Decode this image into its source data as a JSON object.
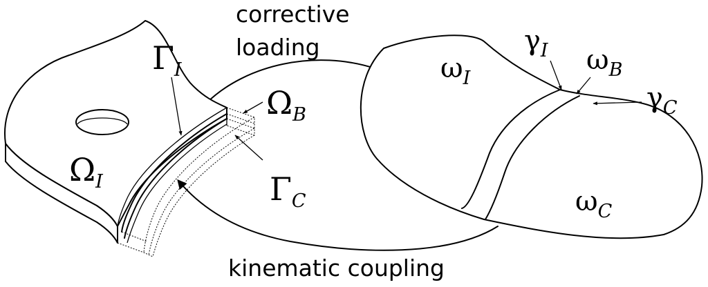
{
  "labels": {
    "corrective_line1": "corrective",
    "corrective_line2": "loading",
    "kinematic": "kinematic coupling",
    "Gamma_I": {
      "symbol": "Γ",
      "sub": "I"
    },
    "Omega_B": {
      "symbol": "Ω",
      "sub": "B"
    },
    "Omega_I": {
      "symbol": "Ω",
      "sub": "I"
    },
    "Gamma_C": {
      "symbol": "Γ",
      "sub": "C"
    },
    "omega_I": {
      "symbol": "ω",
      "sub": "I"
    },
    "gamma_I": {
      "symbol": "γ",
      "sub": "I"
    },
    "omega_B": {
      "symbol": "ω",
      "sub": "B"
    },
    "gamma_C": {
      "symbol": "γ",
      "sub": "C"
    },
    "omega_C": {
      "symbol": "ω",
      "sub": "C"
    }
  }
}
